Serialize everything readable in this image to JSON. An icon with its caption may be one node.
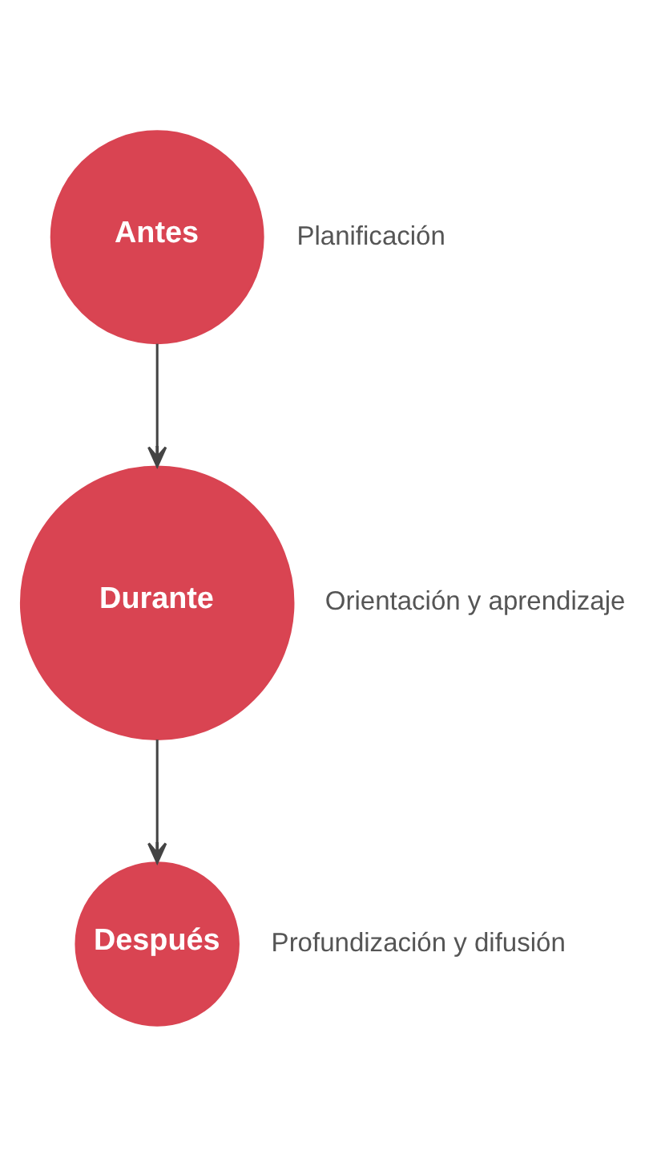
{
  "diagram": {
    "nodes": [
      {
        "text": [
          "Antes"
        ],
        "beside": [
          "Planificación"
        ]
      },
      {
        "text": [
          "Durante"
        ],
        "beside": [
          "Orientación y aprendizaje"
        ]
      },
      {
        "text": [
          "Después"
        ],
        "beside": [
          "Profundización y difusión"
        ]
      }
    ],
    "edges": [
      {
        "from": 0,
        "to": 1,
        "arrow": "to"
      },
      {
        "from": 1,
        "to": 2,
        "arrow": "to"
      }
    ]
  }
}
